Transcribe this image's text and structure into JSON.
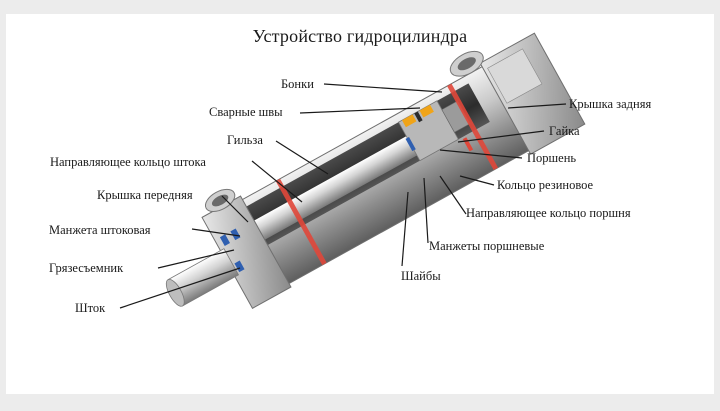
{
  "title": "Устройство гидроцилиндра",
  "labels": {
    "bonki": "Бонки",
    "svarnye_shvy": "Сварные швы",
    "gilza": "Гильза",
    "napr_kolco_shtoka": "Направляющее кольцо штока",
    "kryshka_perednyaya": "Крышка передняя",
    "manzheta_shtokovaya": "Манжета штоковая",
    "gryazesemnik": "Грязесъемник",
    "shtok": "Шток",
    "kryshka_zadnyaya": "Крышка задняя",
    "gaika": "Гайка",
    "porshen": "Поршень",
    "kolco_rezinovoe": "Кольцо резиновое",
    "napr_kolco_porshnya": "Направляющее кольцо поршня",
    "manzhety_porshnevye": "Манжеты поршневые",
    "shaiby": "Шайбы"
  },
  "colors": {
    "seal_red": "#e0473a",
    "seal_blue": "#2f5fb0",
    "seal_orange": "#f0a418"
  }
}
